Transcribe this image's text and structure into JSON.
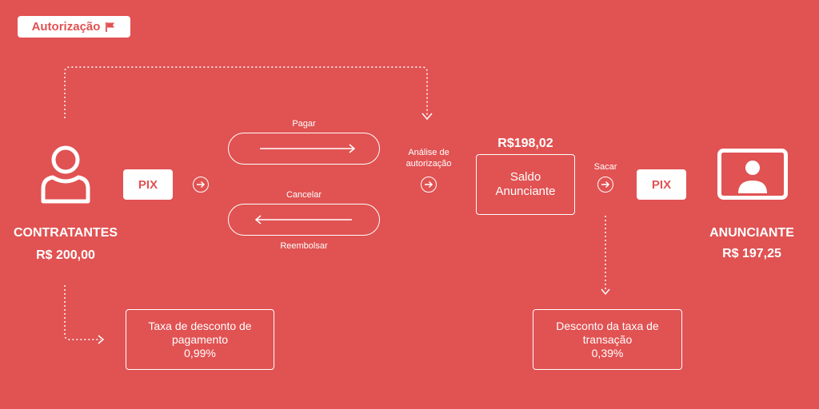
{
  "badge": {
    "label": "Autorização",
    "icon": "flag-icon"
  },
  "contratantes": {
    "name": "CONTRATANTES",
    "amount": "R$ 200,00",
    "icon": "person-icon"
  },
  "anunciante": {
    "name": "ANUNCIANTE",
    "amount": "R$ 197,25",
    "icon": "profile-screen-icon"
  },
  "pix_left": "PIX",
  "pix_right": "PIX",
  "flow": {
    "pagar": "Pagar",
    "cancelar": "Cancelar",
    "reembolsar": "Reembolsar",
    "analise": "Análise de autorização",
    "sacar": "Sacar"
  },
  "saldo": {
    "value": "R$198,02",
    "label": "Saldo Anunciante"
  },
  "taxa_pagamento": {
    "label": "Taxa de desconto de pagamento",
    "value": "0,99%"
  },
  "taxa_transacao": {
    "label": "Desconto da taxa de transação",
    "value": "0,39%"
  },
  "colors": {
    "background": "#E15252",
    "foreground": "#FFFFFF"
  }
}
